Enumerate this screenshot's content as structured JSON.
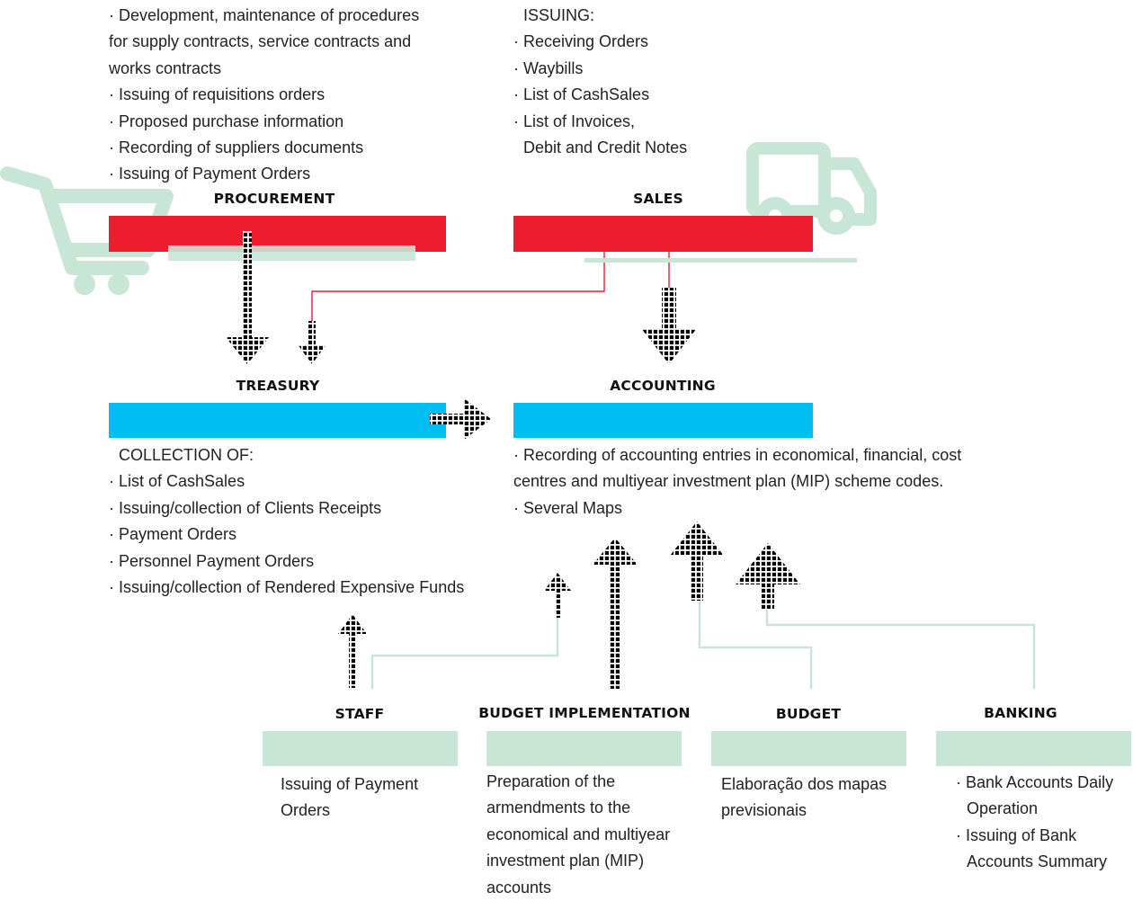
{
  "colors": {
    "red": "#ed1c2e",
    "blue": "#00bdf2",
    "mint": "#c7e6d6",
    "text": "#222222"
  },
  "icons": {
    "cart": "shopping-cart-icon",
    "truck": "delivery-truck-icon",
    "arrow": "dotted-arrow-icon"
  },
  "procurement": {
    "header": "PROCUREMENT",
    "items": [
      "· Development, maintenance of procedures",
      "for supply contracts, service contracts and",
      "works contracts",
      "· Issuing of requisitions orders",
      "· Proposed purchase information",
      "· Recording of suppliers documents",
      "· Issuing of Payment Orders"
    ]
  },
  "sales": {
    "header": "SALES",
    "intro": "ISSUING:",
    "items": [
      "· Receiving Orders",
      "· Waybills",
      "· List of CashSales",
      "· List of Invoices,",
      "Debit and Credit Notes"
    ]
  },
  "treasury": {
    "header": "TREASURY",
    "intro": "COLLECTION OF:",
    "items": [
      "· List of CashSales",
      "· Issuing/collection of Clients Receipts",
      "· Payment Orders",
      "· Personnel Payment Orders",
      "· Issuing/collection of Rendered Expensive Funds"
    ]
  },
  "accounting": {
    "header": "ACCOUNTING",
    "items": [
      "· Recording of accounting entries in economical, financial, cost",
      "centres and multiyear investment plan (MIP) scheme codes.",
      "· Several Maps"
    ]
  },
  "staff": {
    "header": "STAFF",
    "items": [
      "Issuing of Payment",
      "Orders"
    ]
  },
  "budget_implementation": {
    "header": "BUDGET IMPLEMENTATION",
    "items": [
      "Preparation of the",
      "armendments to the",
      "economical and multiyear",
      "investment plan (MIP)",
      "accounts"
    ]
  },
  "budget": {
    "header": "BUDGET",
    "items": [
      "Elaboração dos mapas",
      "previsionais"
    ]
  },
  "banking": {
    "header": "BANKING",
    "items": [
      "· Bank Accounts Daily",
      "Operation",
      "· Issuing of Bank",
      "Accounts Summary"
    ]
  }
}
